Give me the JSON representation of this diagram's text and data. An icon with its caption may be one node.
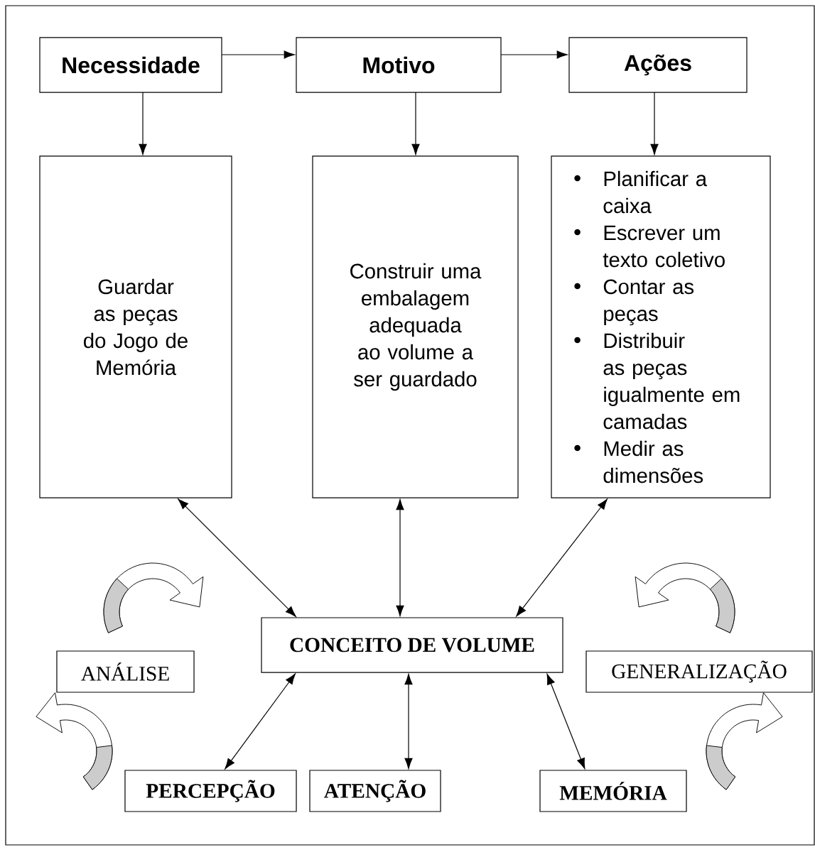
{
  "diagram": {
    "nodes": [
      {
        "text": [
          "Necessidade"
        ]
      },
      {
        "text": [
          "Motivo"
        ]
      },
      {
        "text": [
          "Ações"
        ]
      },
      {
        "text": [
          "Guardar as peças do Jogo de Memória"
        ]
      },
      {
        "text": [
          "Construir uma embalagem adequada ao volume a ser guardado"
        ]
      },
      {
        "text": [
          "Planificar a caixa",
          "Escrever um texto coletivo",
          "Contar as peças",
          "Distribuir as peças igualmente em camadas",
          "Medir as dimensões"
        ]
      },
      {
        "text": [
          "CONCEITO DE VOLUME"
        ]
      },
      {
        "text": [
          "ANÁLISE"
        ]
      },
      {
        "text": [
          "GENERALIZAÇÃO"
        ]
      },
      {
        "text": [
          "PERCEPÇÃO"
        ]
      },
      {
        "text": [
          "ATENÇÃO"
        ]
      },
      {
        "text": [
          "MEMÓRIA"
        ]
      }
    ],
    "edges": [
      {
        "from": 0,
        "to": 1,
        "arrow": "to"
      },
      {
        "from": 1,
        "to": 2,
        "arrow": "to"
      },
      {
        "from": 0,
        "to": 3,
        "arrow": "to"
      },
      {
        "from": 1,
        "to": 4,
        "arrow": "to"
      },
      {
        "from": 2,
        "to": 5,
        "arrow": "to"
      },
      {
        "from": 3,
        "to": 6,
        "arrow": "both"
      },
      {
        "from": 4,
        "to": 6,
        "arrow": "both"
      },
      {
        "from": 5,
        "to": 6,
        "arrow": "both"
      },
      {
        "from": 6,
        "to": 9,
        "arrow": "both"
      },
      {
        "from": 6,
        "to": 10,
        "arrow": "both"
      },
      {
        "from": 6,
        "to": 11,
        "arrow": "both"
      }
    ]
  }
}
